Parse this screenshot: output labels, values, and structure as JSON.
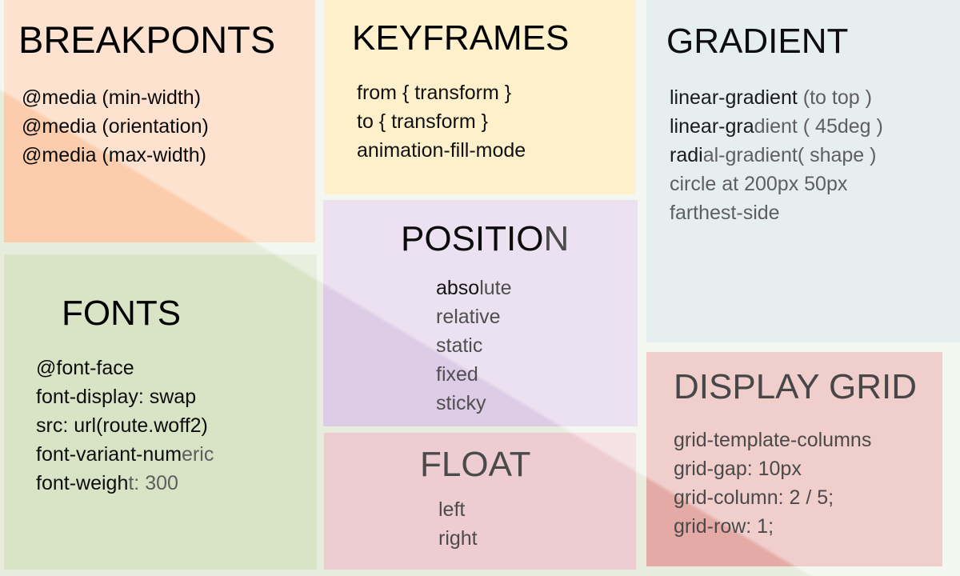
{
  "background": {
    "page_color": "#e7ecdd",
    "gutter_color": "#000000"
  },
  "panels": [
    {
      "key": "breakpoints",
      "title": "BREAKPONTS",
      "color": "#fccdac",
      "items": [
        "@media (min-width)",
        "@media (orientation)",
        "@media (max-width)"
      ]
    },
    {
      "key": "keyframes",
      "title": "KEYFRAMES",
      "color": "#fde6a6",
      "items": [
        "from { transform }",
        "to { transform }",
        "animation-fill-mode"
      ]
    },
    {
      "key": "gradient",
      "title": "GRADIENT",
      "color": "#d6e1e4",
      "items": [
        "linear-gradient (to top )",
        "linear-gradient ( 45deg )",
        "radial-gradient( shape )",
        "circle at 200px 50px",
        "farthest-side"
      ]
    },
    {
      "key": "fonts",
      "title": "FONTS",
      "color": "#d9e4c7",
      "items": [
        "@font-face",
        "font-display: swap",
        "src: url(route.woff2)",
        "font-variant-numeric",
        "font-weight: 300"
      ]
    },
    {
      "key": "position",
      "title": "POSITION",
      "color": "#ddcce6",
      "items": [
        "absolute",
        "relative",
        "static",
        "fixed",
        "sticky"
      ]
    },
    {
      "key": "float",
      "title": "FLOAT",
      "color": "#eecdd2",
      "items": [
        "left",
        "right"
      ]
    },
    {
      "key": "grid",
      "title": "DISPLAY GRID",
      "color": "#e4aaa5",
      "items": [
        "grid-template-columns",
        "grid-gap: 10px",
        "grid-column: 2 / 5;",
        "grid-row: 1;"
      ]
    }
  ]
}
